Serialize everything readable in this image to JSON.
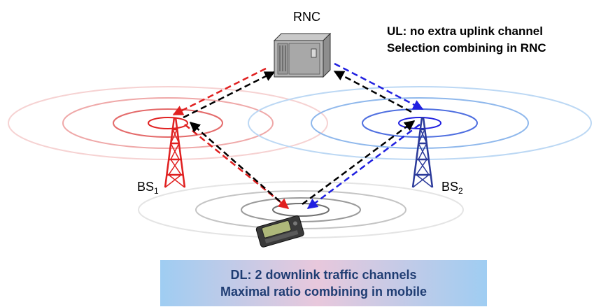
{
  "rnc": {
    "label": "RNC",
    "icon": "server-cabinet-icon"
  },
  "uplink_note": {
    "line1": "UL:  no extra uplink channel",
    "line2": "Selection combining in RNC"
  },
  "base_stations": [
    {
      "name": "BS",
      "index": "1",
      "color": "#e02020",
      "icon": "radio-tower-icon"
    },
    {
      "name": "BS",
      "index": "2",
      "color": "#2b3a9a",
      "icon": "radio-tower-icon"
    }
  ],
  "downlink_note": {
    "line1": "DL:   2 downlink traffic channels",
    "line2": "Maximal ratio combining in mobile"
  },
  "mobile": {
    "icon": "mobile-terminal-icon"
  },
  "colors": {
    "bs1": "#e02020",
    "bs2": "#2020e0",
    "signaling": "#000000",
    "mobile_rings": "#9a9a9a",
    "note_text": "#1f3d73"
  }
}
